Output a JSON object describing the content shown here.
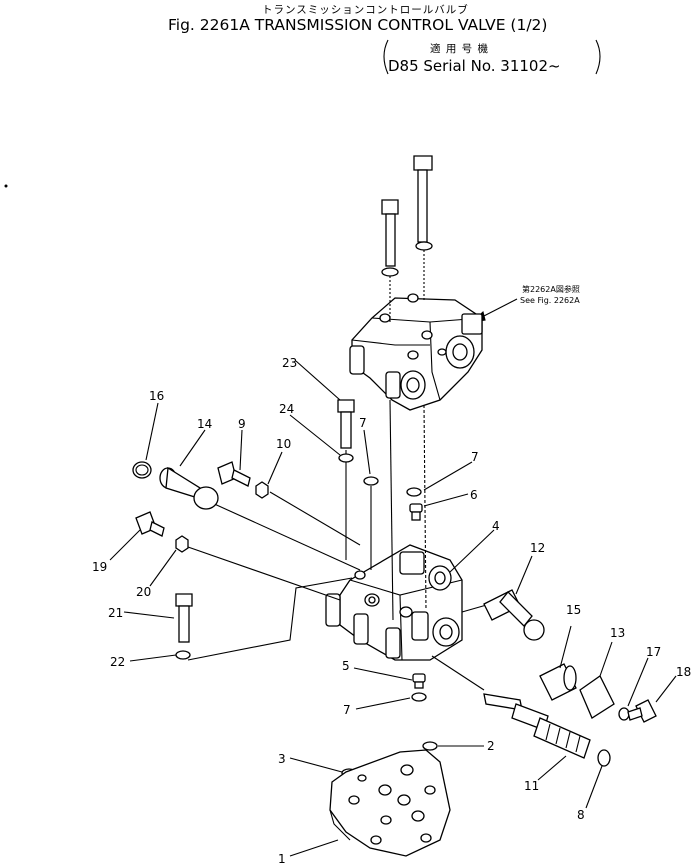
{
  "header": {
    "title_jp": "トランスミッションコントロールバルブ",
    "title_en": "Fig. 2261A TRANSMISSION CONTROL VALVE (1/2)",
    "applicable_jp": "適 用 号 機",
    "serial": "D85 Serial No. 31102~"
  },
  "reference_note": {
    "jp": "第2262A図参照",
    "en": "See Fig. 2262A"
  },
  "callouts": [
    {
      "id": "c1",
      "label": "1"
    },
    {
      "id": "c2",
      "label": "2"
    },
    {
      "id": "c3",
      "label": "3"
    },
    {
      "id": "c4",
      "label": "4"
    },
    {
      "id": "c5",
      "label": "5"
    },
    {
      "id": "c6",
      "label": "6"
    },
    {
      "id": "c7a",
      "label": "7"
    },
    {
      "id": "c7b",
      "label": "7"
    },
    {
      "id": "c7c",
      "label": "7"
    },
    {
      "id": "c8",
      "label": "8"
    },
    {
      "id": "c9",
      "label": "9"
    },
    {
      "id": "c10",
      "label": "10"
    },
    {
      "id": "c11",
      "label": "11"
    },
    {
      "id": "c12",
      "label": "12"
    },
    {
      "id": "c13",
      "label": "13"
    },
    {
      "id": "c14",
      "label": "14"
    },
    {
      "id": "c15",
      "label": "15"
    },
    {
      "id": "c16",
      "label": "16"
    },
    {
      "id": "c17",
      "label": "17"
    },
    {
      "id": "c18",
      "label": "18"
    },
    {
      "id": "c19",
      "label": "19"
    },
    {
      "id": "c20",
      "label": "20"
    },
    {
      "id": "c21",
      "label": "21"
    },
    {
      "id": "c22",
      "label": "22"
    },
    {
      "id": "c23",
      "label": "23"
    },
    {
      "id": "c24",
      "label": "24"
    }
  ]
}
